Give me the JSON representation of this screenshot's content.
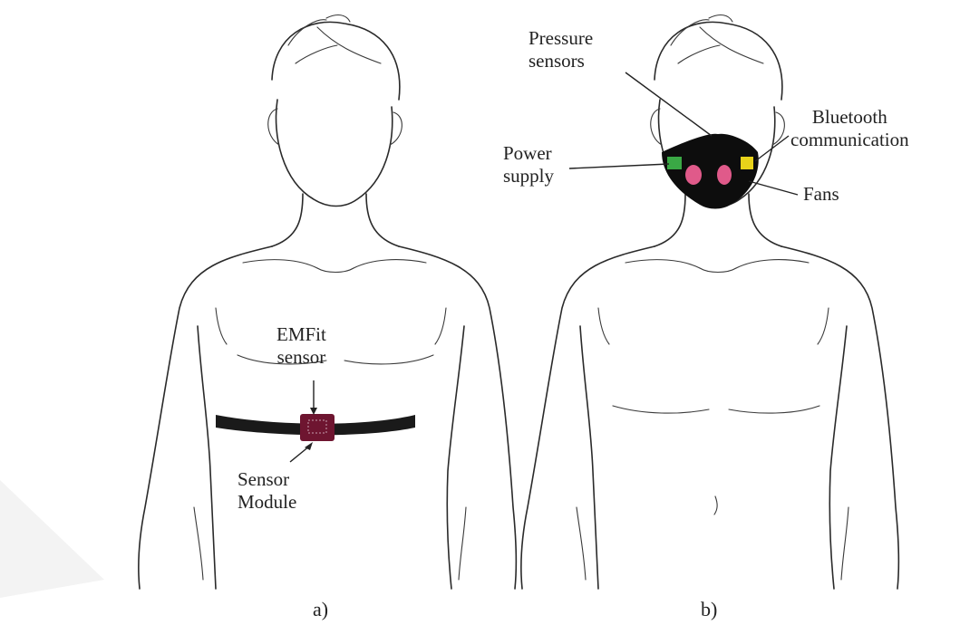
{
  "panels": [
    {
      "caption": "a)",
      "labels": {
        "top": "EMFit\nsensor",
        "bottom": "Sensor\nModule"
      }
    },
    {
      "caption": "b)",
      "labels": {
        "pressure": "Pressure\nsensors",
        "bluetooth": "Bluetooth\ncommunication",
        "power": "Power\nsupply",
        "fans": "Fans"
      }
    }
  ],
  "colors": {
    "belt": "#1a1a1a",
    "sensor_module": "#6e1530",
    "mask": "#0d0d0d",
    "fan": "#e05a8a",
    "power_supply": "#3aa845",
    "bluetooth": "#e8d21a",
    "watermark": "#f3f3f3"
  }
}
